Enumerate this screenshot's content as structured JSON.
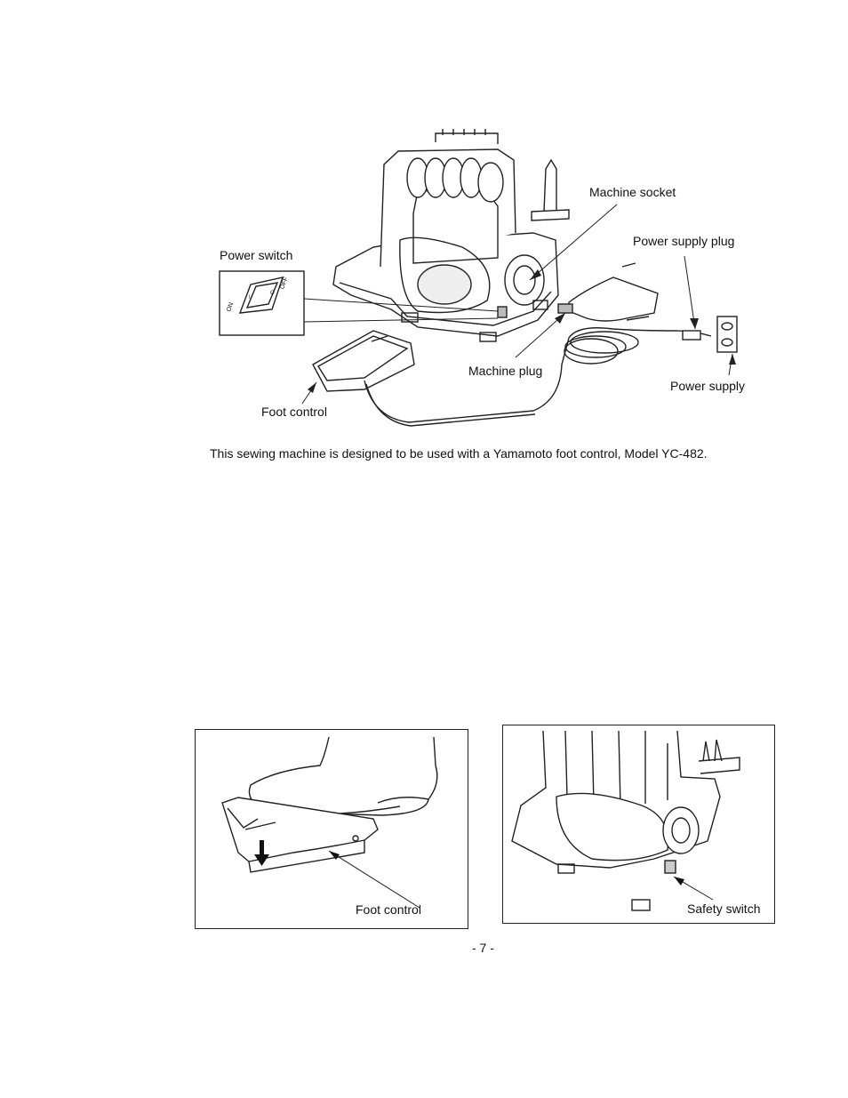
{
  "diagram_top": {
    "labels": {
      "machine_socket": "Machine socket",
      "power_supply_plug": "Power supply plug",
      "power_switch": "Power switch",
      "machine_plug": "Machine plug",
      "power_supply": "Power supply",
      "foot_control": "Foot control"
    },
    "switch_inset": {
      "on": "ON",
      "off": "OFF",
      "pos_1": "I",
      "pos_0": "O"
    }
  },
  "caption": "This sewing machine is designed to be used with a Yamamoto foot control, Model YC-482.",
  "panel_left": {
    "label": "Foot control"
  },
  "panel_right": {
    "label": "Safety switch"
  },
  "page_number": "- 7 -"
}
